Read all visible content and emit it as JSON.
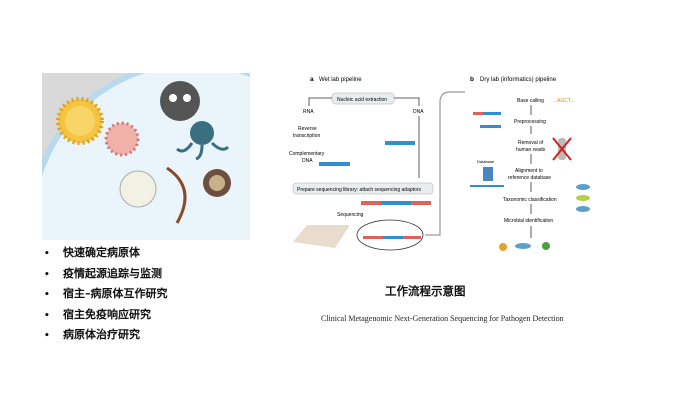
{
  "bullets": [
    "快速确定病原体",
    "疫情起源追踪与监测",
    "宿主–病原体互作研究",
    "宿主免疫响应研究",
    "病原体治疗研究"
  ],
  "figure": {
    "title": "工作流程示意图",
    "caption": "Clinical Metagenomic Next-Generation Sequencing for Pathogen Detection"
  },
  "diagram": {
    "wet": {
      "letter": "a",
      "title": "Wet lab pipeline",
      "extraction": "Nucleic acid extraction",
      "rna": "RNA",
      "dna": "DNA",
      "rt1": "Reverse",
      "rt2": "transcription",
      "cdna1": "Complementary",
      "cdna2": "DNA",
      "library": "Prepare sequencing library: attach sequencing adaptors",
      "sequencing": "Sequencing"
    },
    "dry": {
      "letter": "b",
      "title": "Dry lab (informatics) pipeline",
      "steps": [
        "Base calling",
        "Preprocessing",
        "Removal of",
        "human reads",
        "Alignment to",
        "reference database",
        "Taxonomic classification",
        "Microbial identification"
      ],
      "agct": "...AGCT...",
      "database": "Database"
    }
  },
  "colors": {
    "blue": "#2f8fd0",
    "red": "#e0605a",
    "box": "#e8eeee"
  }
}
